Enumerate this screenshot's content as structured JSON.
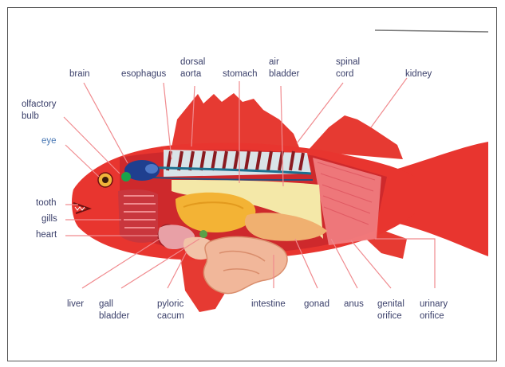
{
  "labels": {
    "brain": "brain",
    "esophagus": "esophagus",
    "dorsal_aorta": "dorsal\naorta",
    "stomach": "stomach",
    "air_bladder": "air\nbladder",
    "spinal_cord": "spinal\ncord",
    "kidney": "kidney",
    "olfactory_bulb": "olfactory\nbulb",
    "eye": "eye",
    "tooth": "tooth",
    "gills": "gills",
    "heart": "heart",
    "liver": "liver",
    "gall_bladder": "gall\nbladder",
    "pyloric_cacum": "pyloric\ncacum",
    "intestine": "intestine",
    "gonad": "gonad",
    "anus": "anus",
    "genital_orifice": "genital\norifice",
    "urinary_orifice": "urinary\norifice"
  },
  "colors": {
    "body": "#e8352f",
    "fin": "#e63a32",
    "leader_line": "#f08a8e",
    "label_text": "#3a3f6a",
    "label_blue": "#4a79b5",
    "brain": "#1f3f8f",
    "olfactory_bulb": "#1aa34a",
    "liver": "#e8a0a6",
    "stomach": "#f3b335",
    "intestine": "#f1b79a",
    "kidney": "#d9e3e8"
  }
}
